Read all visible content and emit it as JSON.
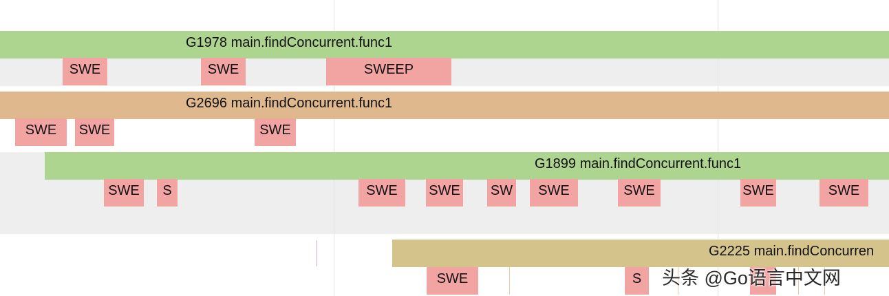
{
  "goroutines": [
    {
      "label": "G1978 main.findConcurrent.func1",
      "color": "#aed58f",
      "sweeps": [
        "SWE",
        "SWE",
        "SWEEP"
      ]
    },
    {
      "label": "G2696 main.findConcurrent.func1",
      "color": "#dfb88d",
      "sweeps": [
        "SWE",
        "SWE",
        "SWE"
      ]
    },
    {
      "label": "G1899 main.findConcurrent.func1",
      "color": "#aed58f",
      "sweeps": [
        "SWE",
        "S",
        "SWE",
        "SWE",
        "SW",
        "SWE",
        "SWE",
        "SWE",
        "SWE"
      ]
    },
    {
      "label": "G2225 main.findConcurren",
      "color": "#d4c38a",
      "sweeps": [
        "SWE",
        "S"
      ]
    }
  ],
  "sweep_color": "#f2a4a3",
  "lane_background": "#eeeeee",
  "watermark": "头条 @Go语言中文网"
}
